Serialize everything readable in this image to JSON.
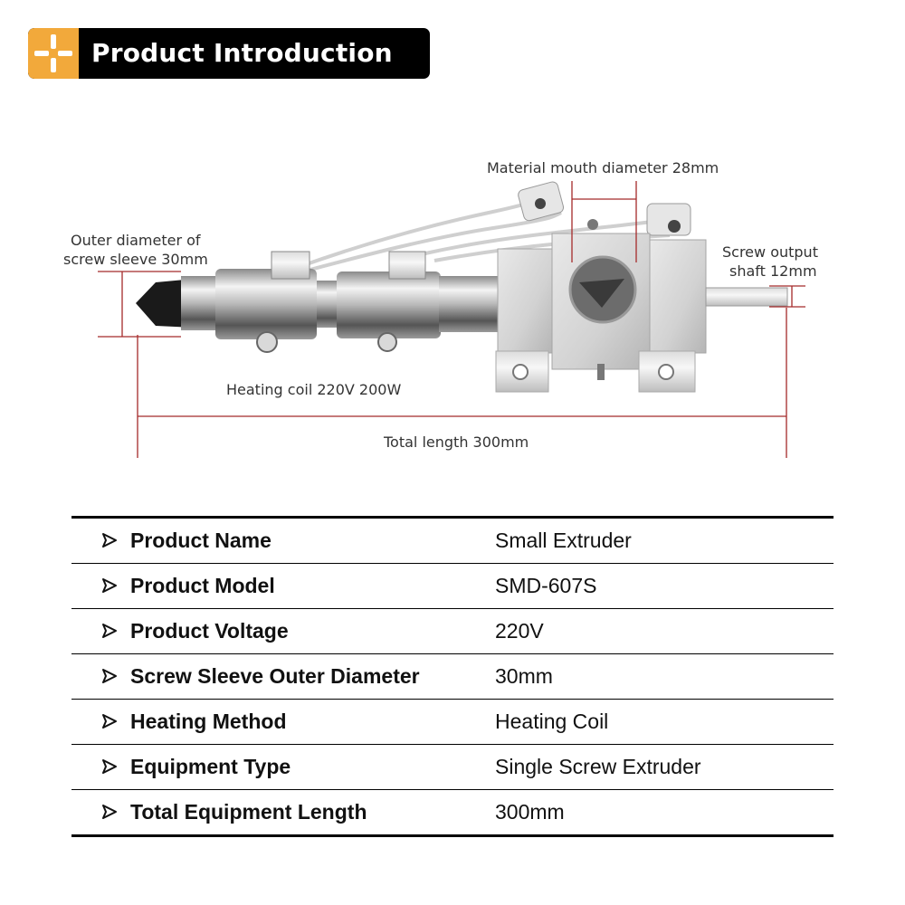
{
  "header": {
    "title": "Product Introduction",
    "icon": "plus-icon",
    "accent_color": "#f2a93b",
    "background_color": "#000000"
  },
  "diagram": {
    "annotation_color": "#a52a2a",
    "labels": {
      "material_mouth": "Material mouth diameter 28mm",
      "outer_diameter_line1": "Outer diameter of",
      "outer_diameter_line2": "screw sleeve 30mm",
      "screw_output_line1": "Screw output",
      "screw_output_line2": "shaft 12mm",
      "heating_coil": "Heating coil 220V 200W",
      "total_length": "Total length 300mm"
    }
  },
  "specs": {
    "rows": [
      {
        "label": "Product Name",
        "value": "Small Extruder"
      },
      {
        "label": "Product Model",
        "value": "SMD-607S"
      },
      {
        "label": "Product Voltage",
        "value": "220V"
      },
      {
        "label": "Screw Sleeve Outer Diameter",
        "value": "30mm"
      },
      {
        "label": "Heating Method",
        "value": "Heating Coil"
      },
      {
        "label": "Equipment Type",
        "value": "Single Screw Extruder"
      },
      {
        "label": "Total Equipment Length",
        "value": "300mm"
      }
    ]
  }
}
